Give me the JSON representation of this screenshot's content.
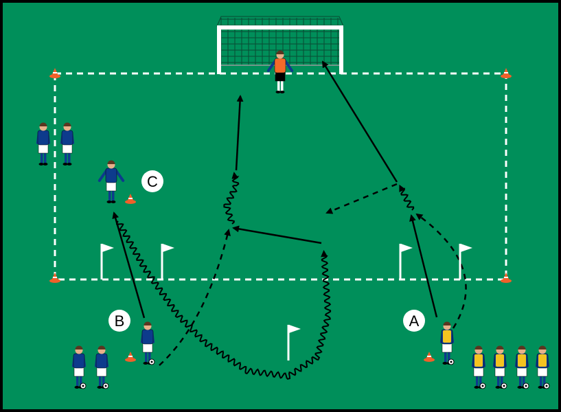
{
  "labels": {
    "a": "A",
    "b": "B",
    "c": "C"
  },
  "colors": {
    "pitch": "#008f5a",
    "border": "#000000",
    "line": "#ffffff",
    "blue_shirt": "#0d3b8c",
    "bib": "#f4c320",
    "keeper": "#f26a2a",
    "cone": "#f0602a"
  },
  "icons": [
    "goal-icon",
    "cone-icon",
    "flag-icon",
    "player-icon",
    "ball-icon"
  ]
}
